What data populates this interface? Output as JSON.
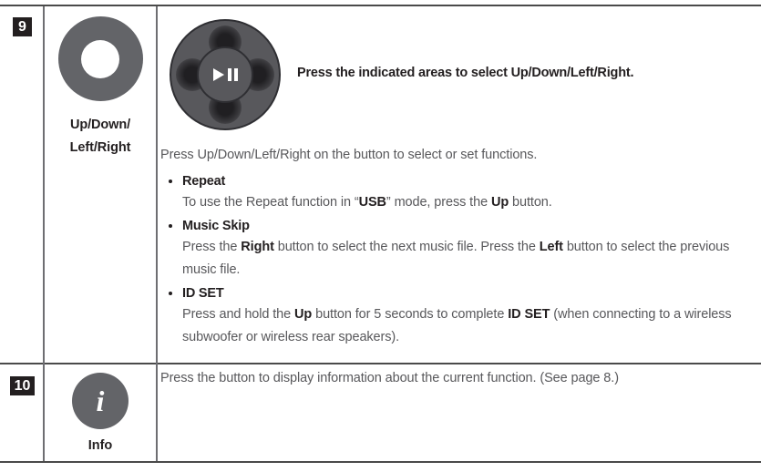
{
  "table": {
    "rows": [
      {
        "badge": "9",
        "icon_label_line1": "Up/Down/",
        "icon_label_line2": "Left/Right",
        "icon_name": "jog-dial-donut",
        "hero_caption": "Press the indicated areas to select Up/Down/Left/Right.",
        "lead": "Press Up/Down/Left/Right on the button to select or set functions.",
        "bullets": [
          {
            "title": "Repeat",
            "body_parts": [
              {
                "text": "To use the Repeat function in “",
                "bold": false
              },
              {
                "text": "USB",
                "bold": true
              },
              {
                "text": "” mode, press the ",
                "bold": false
              },
              {
                "text": "Up",
                "bold": true
              },
              {
                "text": " button.",
                "bold": false
              }
            ]
          },
          {
            "title": "Music Skip",
            "body_parts": [
              {
                "text": "Press the ",
                "bold": false
              },
              {
                "text": "Right",
                "bold": true
              },
              {
                "text": " button to select the next music file. Press the ",
                "bold": false
              },
              {
                "text": "Left",
                "bold": true
              },
              {
                "text": " button to select the previous music file.",
                "bold": false
              }
            ]
          },
          {
            "title": "ID SET",
            "body_parts": [
              {
                "text": "Press and hold the ",
                "bold": false
              },
              {
                "text": "Up",
                "bold": true
              },
              {
                "text": " button for 5 seconds to complete ",
                "bold": false
              },
              {
                "text": "ID SET",
                "bold": true
              },
              {
                "text": " (when connecting to a wireless subwoofer or wireless rear speakers).",
                "bold": false
              }
            ]
          }
        ]
      },
      {
        "badge": "10",
        "icon_label": "Info",
        "icon_name": "info-circle-button",
        "icon_glyph": "i",
        "description_parts": [
          {
            "text": "Press the button to display information about the current function. (See page 8.)",
            "bold": false
          }
        ]
      }
    ]
  },
  "colors": {
    "button_gray": "#636468",
    "button_dark": "#58585c",
    "button_outline": "#2f2f33",
    "badge_bg": "#231f20",
    "text_dark": "#231f20",
    "text_gray": "#58585b",
    "rule": "#4a4a4a"
  },
  "nav_button": {
    "press_areas": [
      "up",
      "down",
      "left",
      "right"
    ],
    "center_icon": "play-pause-icon"
  }
}
